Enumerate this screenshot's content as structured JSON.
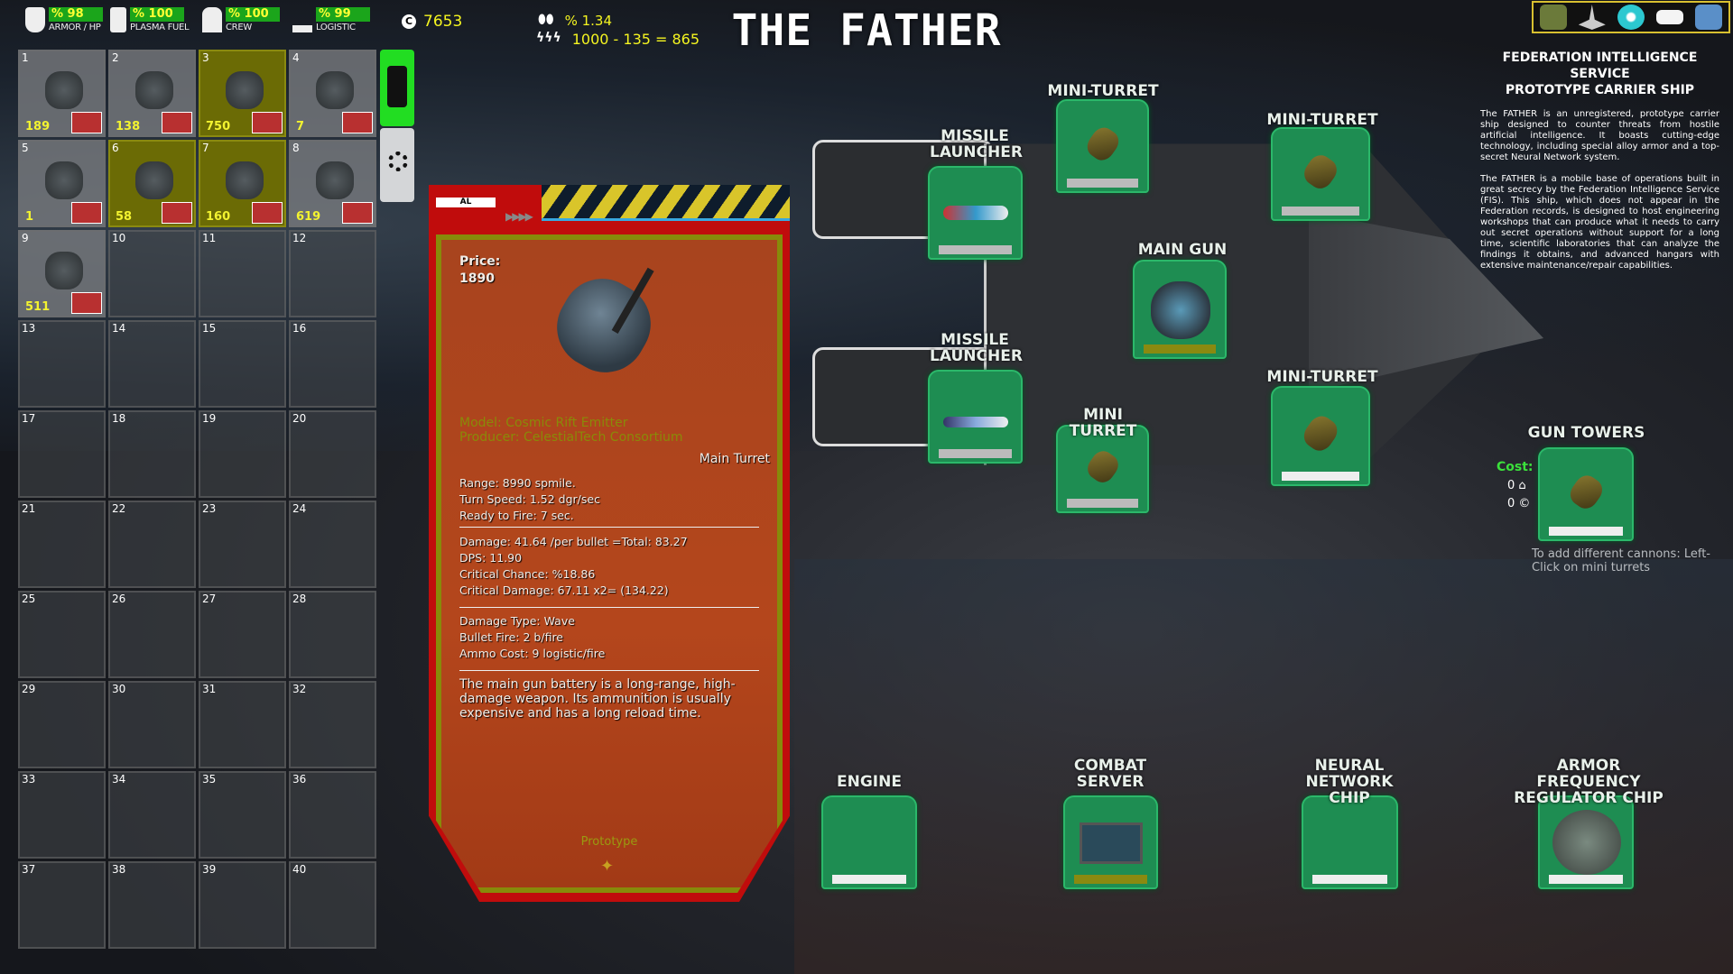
{
  "hud": {
    "armor": {
      "value": "% 98",
      "label": "ARMOR / HP"
    },
    "fuel": {
      "value": "% 100",
      "label": "PLASMA FUEL"
    },
    "crew": {
      "value": "% 100",
      "label": "CREW"
    },
    "logistic": {
      "value": "% 99",
      "label": "LOGISTIC"
    },
    "credits": "7653",
    "shield_pct": "% 1.34",
    "energy": "1000 - 135 = 865"
  },
  "title": "THE FATHER",
  "top_icons": [
    "pilot-icon",
    "fighter-icon",
    "vortex-icon",
    "ship-silhouette-icon",
    "computer-settings-icon"
  ],
  "inventory": {
    "cells": [
      {
        "n": "1",
        "count": "189"
      },
      {
        "n": "2",
        "count": "138"
      },
      {
        "n": "3",
        "count": "750",
        "highlight": true
      },
      {
        "n": "4",
        "count": "7"
      },
      {
        "n": "5",
        "count": "1"
      },
      {
        "n": "6",
        "count": "58",
        "highlight": true
      },
      {
        "n": "7",
        "count": "160",
        "highlight": true
      },
      {
        "n": "8",
        "count": "619"
      },
      {
        "n": "9",
        "count": "511"
      },
      {
        "n": "10"
      },
      {
        "n": "11"
      },
      {
        "n": "12"
      },
      {
        "n": "13"
      },
      {
        "n": "14"
      },
      {
        "n": "15"
      },
      {
        "n": "16"
      },
      {
        "n": "17"
      },
      {
        "n": "18"
      },
      {
        "n": "19"
      },
      {
        "n": "20"
      },
      {
        "n": "21"
      },
      {
        "n": "22"
      },
      {
        "n": "23"
      },
      {
        "n": "24"
      },
      {
        "n": "25"
      },
      {
        "n": "26"
      },
      {
        "n": "27"
      },
      {
        "n": "28"
      },
      {
        "n": "29"
      },
      {
        "n": "30"
      },
      {
        "n": "31"
      },
      {
        "n": "32"
      },
      {
        "n": "33"
      },
      {
        "n": "34"
      },
      {
        "n": "35"
      },
      {
        "n": "36"
      },
      {
        "n": "37"
      },
      {
        "n": "38"
      },
      {
        "n": "39"
      },
      {
        "n": "40"
      }
    ]
  },
  "item": {
    "badge": "AL",
    "price_label": "Price:",
    "price": "1890",
    "model": "Model: Cosmic Rift Emitter",
    "producer": "Producer: CelestialTech Consortium",
    "type": "Main Turret",
    "stats1": [
      "Range: 8990 spmile.",
      "Turn Speed: 1.52 dgr/sec",
      "Ready to Fire: 7 sec."
    ],
    "stats2": [
      "Damage: 41.64 /per bullet =Total: 83.27",
      "DPS: 11.90",
      "Critical Chance: %18.86",
      "Critical Damage: 67.11 x2= (134.22)"
    ],
    "stats3": [
      "Damage Type: Wave",
      "Bullet Fire: 2 b/fire",
      "Ammo Cost: 9 logistic/fire"
    ],
    "description": "The main gun battery is a long-range, high-damage weapon. Its ammunition is usually expensive and has a long reload time.",
    "rarity": "Prototype"
  },
  "ship": {
    "slots": {
      "mini_turret_top": "MINI-TURRET",
      "mini_turret_right_top": "MINI-TURRET",
      "missile_top": "MISSILE LAUNCHER",
      "main_gun": "MAIN GUN",
      "missile_bottom": "MISSILE LAUNCHER",
      "mini_turret_bottom": "MINI TURRET",
      "mini_turret_right_bottom": "MINI-TURRET"
    }
  },
  "gun_towers": {
    "label": "GUN TOWERS",
    "cost_label": "Cost:",
    "cost_logistic": "0",
    "cost_credits": "0",
    "hint": "To add different cannons: Left-Click on mini turrets"
  },
  "modules": {
    "engine": "ENGINE",
    "combat_server": "COMBAT SERVER",
    "neural": "NEURAL NETWORK CHIP",
    "armor": "ARMOR FREQUENCY REGULATOR CHIP"
  },
  "info": {
    "title1": "FEDERATION INTELLIGENCE SERVICE",
    "title2": "PROTOTYPE CARRIER SHIP",
    "p1": "The FATHER is an unregistered, prototype carrier ship designed to counter threats from hostile artificial intelligence. It boasts cutting-edge technology, including special alloy armor and a top-secret Neural Network system.",
    "p2": "The FATHER is a mobile base of operations built in great secrecy by the Federation Intelligence Service (FIS). This ship, which does not appear in the Federation records, is designed to host engineering workshops that can produce what it needs to carry out secret operations without support for a long time, scientific laboratories that can analyze the findings it obtains, and advanced hangars with extensive maintenance/repair capabilities."
  },
  "colors": {
    "hud_bar": "#1ba51b",
    "slot_green": "#1e8d52",
    "panel_red": "#c00c0c",
    "highlight": "#6b6b05",
    "accent_yellow": "#f5f520"
  }
}
